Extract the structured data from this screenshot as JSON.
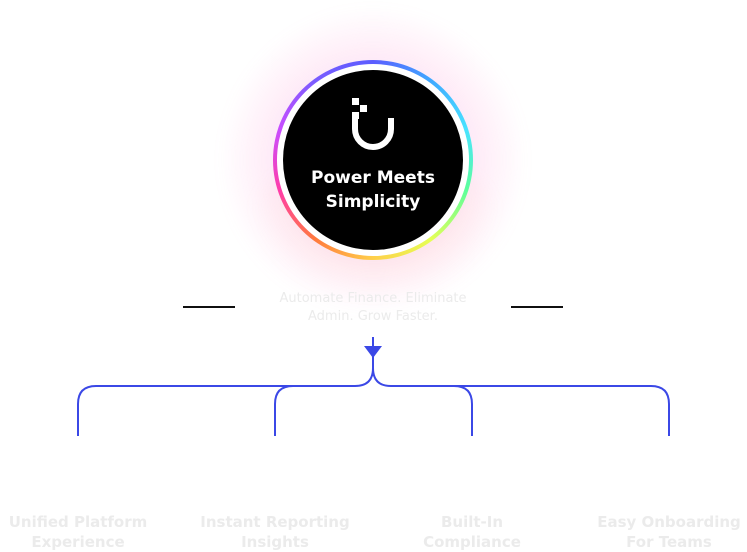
{
  "hero": {
    "line1": "Power Meets",
    "line2": "Simplicity",
    "logo_icon": "u-logo-icon"
  },
  "subtitle": {
    "line1": "Automate Finance. Eliminate",
    "line2": "Admin. Grow Faster."
  },
  "features": [
    {
      "line1": "Unified Platform",
      "line2": "Experience"
    },
    {
      "line1": "Instant Reporting",
      "line2": "Insights"
    },
    {
      "line1": "Built-In",
      "line2": "Compliance"
    },
    {
      "line1": "Easy Onboarding",
      "line2": "For Teams"
    }
  ],
  "colors": {
    "connector": "#3b48e6",
    "core": "#000000",
    "faded_text": "#ebebeb"
  }
}
